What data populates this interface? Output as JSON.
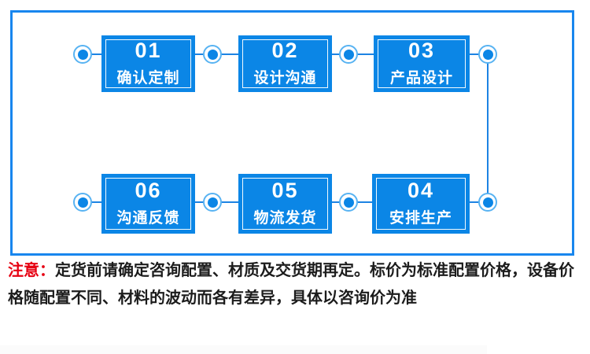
{
  "flowchart": {
    "rows": [
      {
        "steps": [
          {
            "number": "01",
            "label": "确认定制"
          },
          {
            "number": "02",
            "label": "设计沟通"
          },
          {
            "number": "03",
            "label": "产品设计"
          }
        ]
      },
      {
        "steps": [
          {
            "number": "06",
            "label": "沟通反馈"
          },
          {
            "number": "05",
            "label": "物流发货"
          },
          {
            "number": "04",
            "label": "安排生产"
          }
        ]
      }
    ],
    "colors": {
      "box_fill": "#0b86e6",
      "frame_border": "#1886ee",
      "connector_line": "#1d83e3",
      "node_ring": "#58b3f2",
      "node_dot": "#0b86e6",
      "note_prefix": "#e60012",
      "note_text": "#1c1c1c"
    }
  },
  "note": {
    "prefix": "注意：",
    "body": "定货前请确定咨询配置、材质及交货期再定。标价为标准配置价格，设备价格随配置不同、材料的波动而各有差异，具体以咨询价为准"
  }
}
